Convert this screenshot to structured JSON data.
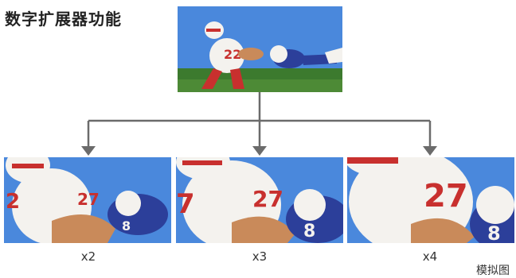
{
  "title": "数字扩展器功能",
  "zoom_levels": [
    "x2",
    "x3",
    "x4"
  ],
  "footnote": "模拟图",
  "colors": {
    "arrow": "#6b6b6b",
    "sky": "#4a88dc",
    "jersey_white": "#f4f2ee",
    "jersey_red": "#c8302e",
    "jersey_blue": "#2c3f9a",
    "skin": "#c98a5a",
    "grass": "#3c7a2e"
  }
}
